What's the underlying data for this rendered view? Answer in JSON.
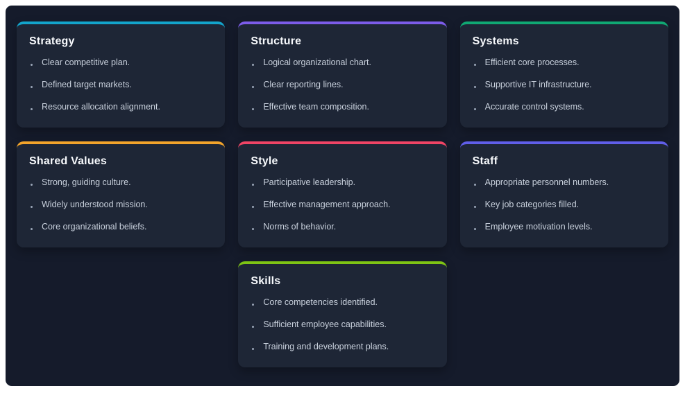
{
  "page": {
    "outer_background": "#ffffff",
    "surface_background": "#151b2b",
    "card_background": "#1e2636",
    "title_color": "#f7f9fc",
    "item_text_color": "#c9d1dd",
    "bullet_color": "#9aa6b8"
  },
  "cards": [
    {
      "title": "Strategy",
      "accent": "#13a4cb",
      "items": [
        "Clear competitive plan.",
        "Defined target markets.",
        "Resource allocation alignment."
      ]
    },
    {
      "title": "Structure",
      "accent": "#7c5cea",
      "items": [
        "Logical organizational chart.",
        "Clear reporting lines.",
        "Effective team composition."
      ]
    },
    {
      "title": "Systems",
      "accent": "#10a873",
      "items": [
        "Efficient core processes.",
        "Supportive IT infrastructure.",
        "Accurate control systems."
      ]
    },
    {
      "title": "Shared Values",
      "accent": "#f3a42b",
      "items": [
        "Strong, guiding culture.",
        "Widely understood mission.",
        "Core organizational beliefs."
      ]
    },
    {
      "title": "Style",
      "accent": "#f04465",
      "items": [
        "Participative leadership.",
        "Effective management approach.",
        "Norms of behavior."
      ]
    },
    {
      "title": "Staff",
      "accent": "#605ee9",
      "items": [
        "Appropriate personnel numbers.",
        "Key job categories filled.",
        "Employee motivation levels."
      ]
    },
    {
      "title": "Skills",
      "accent": "#7ec414",
      "items": [
        "Core competencies identified.",
        "Sufficient employee capabilities.",
        "Training and development plans."
      ]
    }
  ]
}
